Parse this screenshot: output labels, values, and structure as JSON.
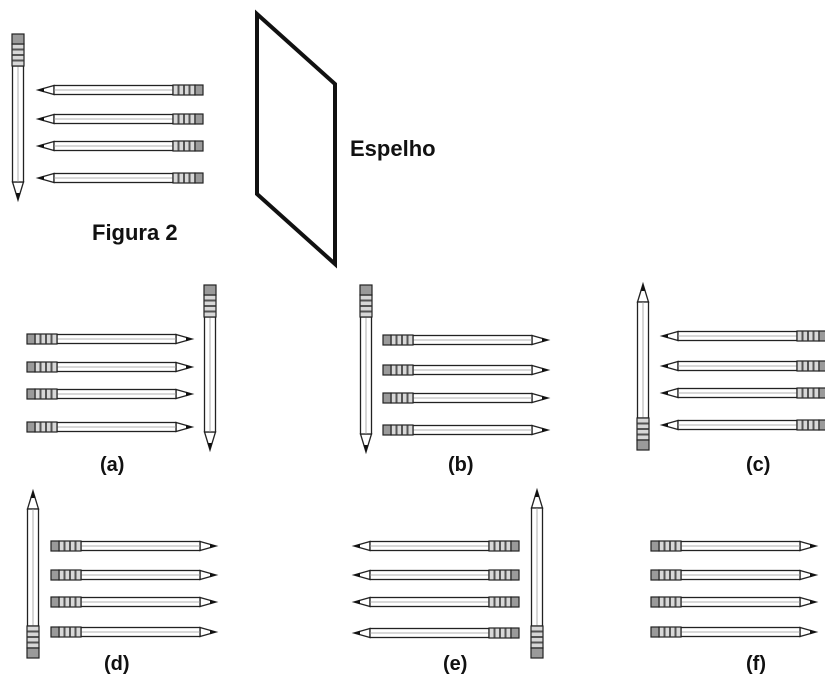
{
  "mirror_label": "Espelho",
  "figure_label": "Figura 2",
  "options": [
    {
      "key": "a",
      "label": "(a)",
      "horizontal_tip": "right",
      "vertical_side": "right",
      "vertical_tip": "down"
    },
    {
      "key": "b",
      "label": "(b)",
      "horizontal_tip": "right",
      "vertical_side": "left",
      "vertical_tip": "down"
    },
    {
      "key": "c",
      "label": "(c)",
      "horizontal_tip": "left",
      "vertical_side": "left",
      "vertical_tip": "up"
    },
    {
      "key": "d",
      "label": "(d)",
      "horizontal_tip": "right",
      "vertical_side": "left",
      "vertical_tip": "up"
    },
    {
      "key": "e",
      "label": "(e)",
      "horizontal_tip": "left",
      "vertical_side": "right",
      "vertical_tip": "up"
    },
    {
      "key": "f",
      "label": "(f)",
      "horizontal_tip": "right",
      "vertical_side": "none",
      "vertical_tip": "none"
    }
  ],
  "original": {
    "horizontal_tip": "left",
    "vertical_side": "left",
    "vertical_tip": "down"
  },
  "colors": {
    "outline": "#222222",
    "eraser": "#9a9a9a",
    "band": "#555555",
    "body": "#ffffff",
    "lead": "#111111"
  }
}
